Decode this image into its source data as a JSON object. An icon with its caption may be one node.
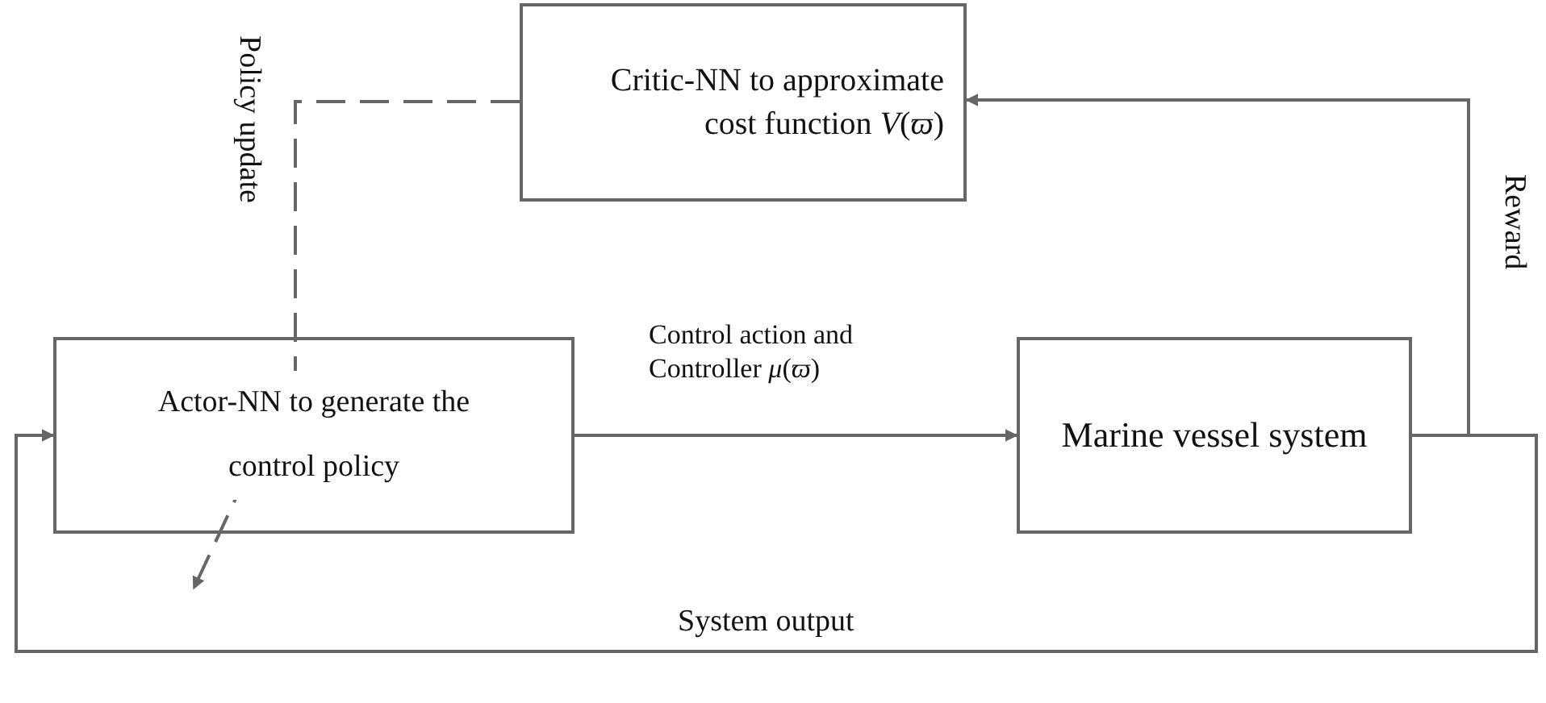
{
  "diagram": {
    "nodes": [
      {
        "text": [
          "Critic-NN to approximate cost function *V*(*ϖ*)"
        ]
      },
      {
        "text": [
          "Actor-NN to generate the control policy"
        ]
      },
      {
        "text": [
          "Marine vessel system"
        ]
      }
    ],
    "edges": [
      {
        "from": 0,
        "to": 1,
        "arrow": "to",
        "style": "dashed",
        "label": "Policy update"
      },
      {
        "from": 1,
        "to": 2,
        "arrow": "to",
        "label": "Control action and Controller *μ*(*ϖ*)"
      },
      {
        "from": 2,
        "to": 0,
        "arrow": "to",
        "label": "Reward"
      },
      {
        "from": 2,
        "to": 1,
        "arrow": "to",
        "label": "System output"
      }
    ]
  }
}
